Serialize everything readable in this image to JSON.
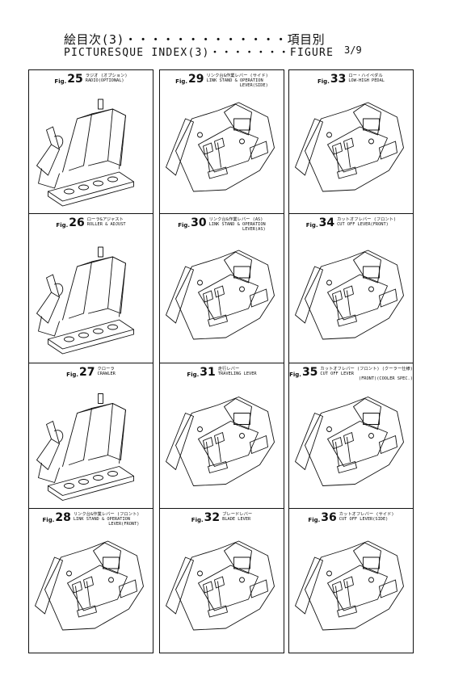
{
  "header": {
    "line1": "絵目次(3)・・・・・・・・・・・・・項目別",
    "line2": "PICTURESQUE INDEX(3)・・・・・・・FIGURE",
    "page": "3/9"
  },
  "fig_prefix": "Fig.",
  "figures": [
    {
      "num": "25",
      "jp": "ラジオ (オプション)",
      "en": [
        "RADIO(OPTIONAL)"
      ],
      "style": "cab"
    },
    {
      "num": "29",
      "jp": "リンク台&作業レバー (サイド)",
      "en": [
        "LINK STAND & OPERATION",
        "LEVER(SIDE)"
      ],
      "style": "seat"
    },
    {
      "num": "33",
      "jp": "ロー・ハイペダル",
      "en": [
        "LOW-HIGH PEDAL"
      ],
      "style": "seat"
    },
    {
      "num": "26",
      "jp": "ローラ&アジャスト",
      "en": [
        "ROLLER & ADJUST"
      ],
      "style": "cab"
    },
    {
      "num": "30",
      "jp": "リンク台&作業レバー (AS)",
      "en": [
        "LINK STAND & OPERATION",
        "LEVER(AS)"
      ],
      "style": "seat"
    },
    {
      "num": "34",
      "jp": "カットオフレバー (フロント)",
      "en": [
        "CUT OFF LEVER(FRONT)"
      ],
      "style": "seat"
    },
    {
      "num": "27",
      "jp": "クローラ",
      "en": [
        "CRAWLER"
      ],
      "style": "cab"
    },
    {
      "num": "31",
      "jp": "走行レバー",
      "en": [
        "TRAVELING LEVER"
      ],
      "style": "seat"
    },
    {
      "num": "35",
      "jp": "カットオフレバー (フロント) (クーラー仕様)",
      "en": [
        "CUT OFF LEVER",
        "(FRONT)(COOLER SPEC.)"
      ],
      "style": "seat"
    },
    {
      "num": "28",
      "jp": "リンク台&作業レバー (フロント)",
      "en": [
        "LINK STAND & OPERATION",
        "LEVER(FRONT)"
      ],
      "style": "seat"
    },
    {
      "num": "32",
      "jp": "ブレードレバー",
      "en": [
        "BLADE LEVER"
      ],
      "style": "seat"
    },
    {
      "num": "36",
      "jp": "カットオフレバー (サイド)",
      "en": [
        "CUT OFF LEVER(SIDE)"
      ],
      "style": "seat"
    }
  ]
}
